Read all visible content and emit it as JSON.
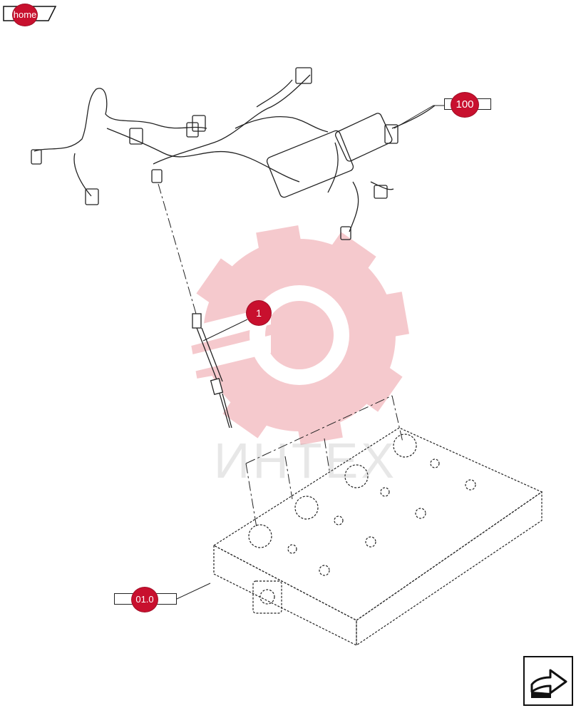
{
  "nav": {
    "home_label": "home"
  },
  "callouts": {
    "harness_ref": "100",
    "glow_plug": "1",
    "cylinder_head_ref": "01.0"
  },
  "watermark": {
    "text": "ИНТЕХ"
  },
  "colors": {
    "badge": "#c8102e",
    "watermark": "#f2b8bd",
    "line": "#222222"
  }
}
